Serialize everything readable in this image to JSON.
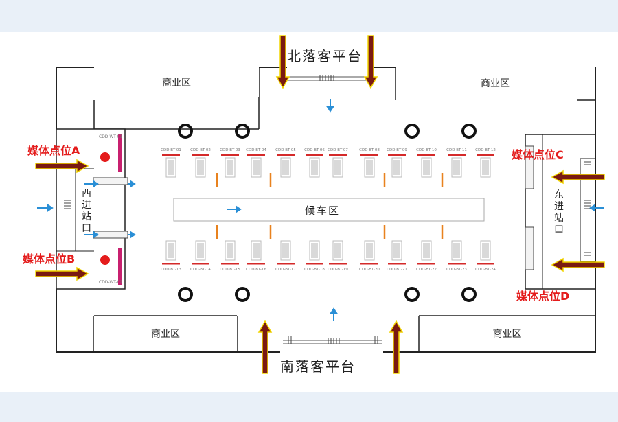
{
  "platforms": {
    "north": "北落客平台",
    "south": "南落客平台"
  },
  "commercial": {
    "top_left": "商业区",
    "top_right": "商业区",
    "bottom_left": "商业区",
    "bottom_right": "商业区"
  },
  "waiting_area": "候车区",
  "entrances": {
    "west": "西进站口",
    "east": "东进站口"
  },
  "media_points": {
    "a": "媒体点位A",
    "b": "媒体点位B",
    "c": "媒体点位C",
    "d": "媒体点位D"
  },
  "west_plaques": {
    "top": "CDD-WT-01",
    "bottom": "CDD-WT-02"
  },
  "gates_top": [
    "CDD-BT-01",
    "CDD-BT-02",
    "CDD-BT-03",
    "CDD-BT-04",
    "CDD-BT-05",
    "CDD-BT-06",
    "CDD-BT-07",
    "CDD-BT-08",
    "CDD-BT-09",
    "CDD-BT-10",
    "CDD-BT-11",
    "CDD-BT-12"
  ],
  "gates_bottom": [
    "CDD-BT-13",
    "CDD-BT-14",
    "CDD-BT-15",
    "CDD-BT-16",
    "CDD-BT-17",
    "CDD-BT-18",
    "CDD-BT-19",
    "CDD-BT-20",
    "CDD-BT-21",
    "CDD-BT-22",
    "CDD-BT-23",
    "CDD-BT-24"
  ],
  "colors": {
    "media_label": "#e41c1c",
    "arrow_fill": "#7a1a12",
    "arrow_outline": "#f2d500",
    "flow_arrow": "#2a8fd6",
    "gate_bar": "#d42a2a",
    "orange_post": "#e8821e",
    "ad_board": "#c8206f"
  }
}
